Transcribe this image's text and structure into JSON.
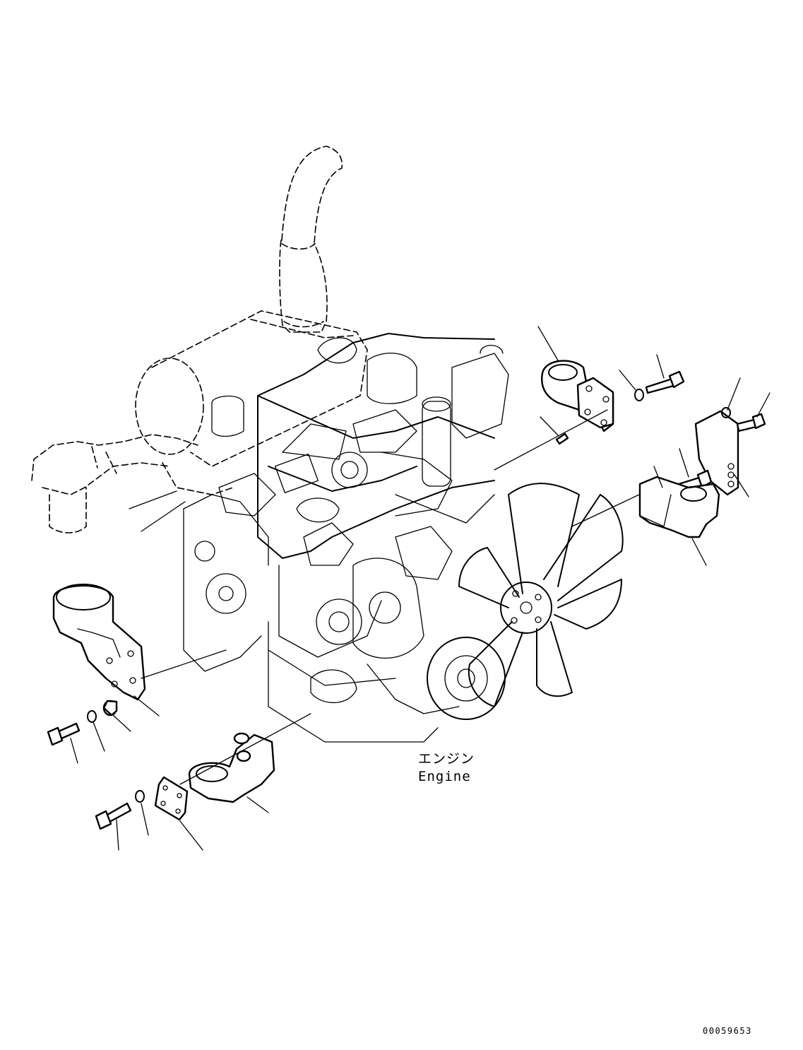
{
  "engine_label": {
    "japanese": "エンジン",
    "english": "Engine"
  },
  "drawing_number": "00059653"
}
